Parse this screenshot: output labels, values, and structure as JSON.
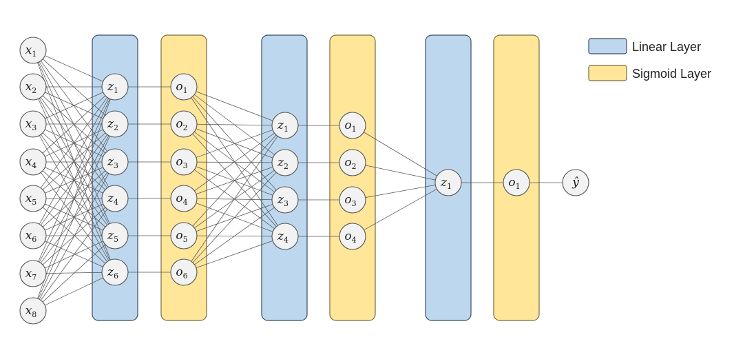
{
  "colors": {
    "linear_fill": "#bdd7ee",
    "linear_stroke": "#3a4a66",
    "sigmoid_fill": "#ffe699",
    "sigmoid_stroke": "#7a6a3a",
    "node_fill": "#f2f2f2",
    "node_stroke": "#555555",
    "edge": "#555555"
  },
  "legend": [
    {
      "label": "Linear Layer",
      "kind": "linear"
    },
    {
      "label": "Sigmoid Layer",
      "kind": "sigmoid"
    }
  ],
  "layers": [
    {
      "kind": "input",
      "nodes": [
        {
          "v": "x",
          "s": "1"
        },
        {
          "v": "x",
          "s": "2"
        },
        {
          "v": "x",
          "s": "3"
        },
        {
          "v": "x",
          "s": "4"
        },
        {
          "v": "x",
          "s": "5"
        },
        {
          "v": "x",
          "s": "6"
        },
        {
          "v": "x",
          "s": "7"
        },
        {
          "v": "x",
          "s": "8"
        }
      ]
    },
    {
      "kind": "linear",
      "nodes": [
        {
          "v": "z",
          "s": "1"
        },
        {
          "v": "z",
          "s": "2"
        },
        {
          "v": "z",
          "s": "3"
        },
        {
          "v": "z",
          "s": "4"
        },
        {
          "v": "z",
          "s": "5"
        },
        {
          "v": "z",
          "s": "6"
        }
      ]
    },
    {
      "kind": "sigmoid",
      "nodes": [
        {
          "v": "o",
          "s": "1"
        },
        {
          "v": "o",
          "s": "2"
        },
        {
          "v": "o",
          "s": "3"
        },
        {
          "v": "o",
          "s": "4"
        },
        {
          "v": "o",
          "s": "5"
        },
        {
          "v": "o",
          "s": "6"
        }
      ]
    },
    {
      "kind": "linear",
      "nodes": [
        {
          "v": "z",
          "s": "1"
        },
        {
          "v": "z",
          "s": "2"
        },
        {
          "v": "z",
          "s": "3"
        },
        {
          "v": "z",
          "s": "4"
        }
      ]
    },
    {
      "kind": "sigmoid",
      "nodes": [
        {
          "v": "o",
          "s": "1"
        },
        {
          "v": "o",
          "s": "2"
        },
        {
          "v": "o",
          "s": "3"
        },
        {
          "v": "o",
          "s": "4"
        }
      ]
    },
    {
      "kind": "linear",
      "nodes": [
        {
          "v": "z",
          "s": "1"
        }
      ]
    },
    {
      "kind": "sigmoid",
      "nodes": [
        {
          "v": "o",
          "s": "1"
        }
      ]
    },
    {
      "kind": "output",
      "nodes": [
        {
          "v": "ŷ",
          "s": ""
        }
      ]
    }
  ],
  "connections": [
    "full",
    "one-to-one",
    "full",
    "one-to-one",
    "full",
    "one-to-one",
    "one-to-one"
  ]
}
